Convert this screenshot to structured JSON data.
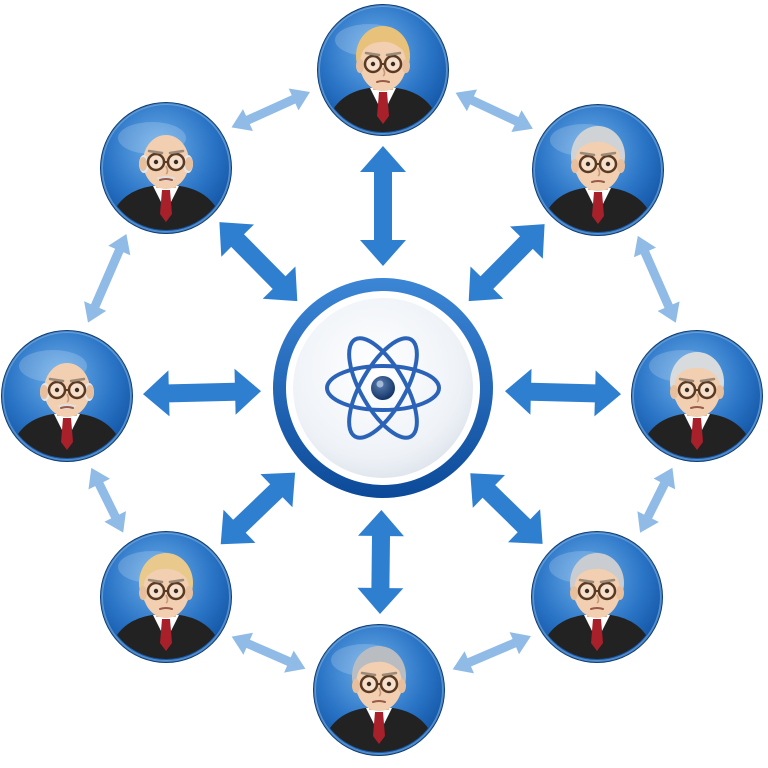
{
  "colors": {
    "background": "#ffffff",
    "node_blue_light": "#4a93d8",
    "node_blue_dark": "#0f4f9f",
    "node_ring": "#0b3d7a",
    "arrow_primary": "#2f7fd0",
    "arrow_outer": "#8fbbe6",
    "hub_face": "#f4f6f9",
    "hub_ring": "#1a5fb0",
    "atom_stroke": "#2a63b8",
    "atom_nucleus": "#0f2f63",
    "suit": "#222222",
    "shirt": "#ffffff",
    "tie": "#a8202a",
    "skin": "#f1cfb0",
    "glasses": "#5a3a22"
  },
  "hub": {
    "icon": "atom-icon"
  },
  "nodes": [
    {
      "id": "n1",
      "position_name": "top",
      "hair": "blond",
      "hair_color": "#e8c27a"
    },
    {
      "id": "n2",
      "position_name": "top-right",
      "hair": "gray",
      "hair_color": "#cfd3d6"
    },
    {
      "id": "n3",
      "position_name": "right",
      "hair": "gray",
      "hair_color": "#d8dbde"
    },
    {
      "id": "n4",
      "position_name": "bottom-right",
      "hair": "gray",
      "hair_color": "#c9ccd0"
    },
    {
      "id": "n5",
      "position_name": "bottom",
      "hair": "gray",
      "hair_color": "#b9bdc2"
    },
    {
      "id": "n6",
      "position_name": "bottom-left",
      "hair": "blond",
      "hair_color": "#e9c98c"
    },
    {
      "id": "n7",
      "position_name": "left",
      "hair": "bald",
      "hair_color": "#f1cfb0"
    },
    {
      "id": "n8",
      "position_name": "top-left",
      "hair": "bald",
      "hair_color": "#f1cfb0"
    }
  ],
  "connections": {
    "hub_to_nodes": "bidirectional",
    "ring_between_neighbors": "bidirectional"
  }
}
